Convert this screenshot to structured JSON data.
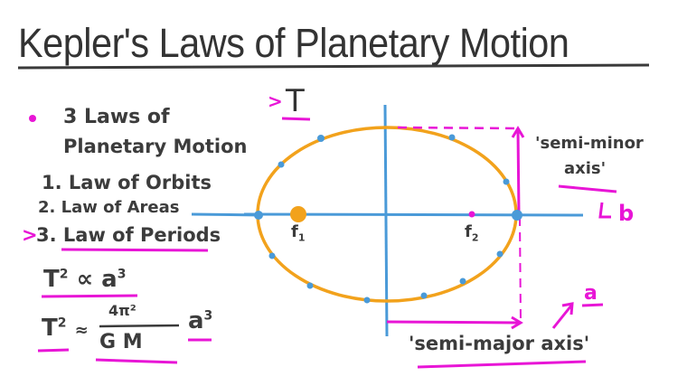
{
  "title": "Kepler's Laws of Planetary Motion",
  "notes": {
    "bullet_heading_line1": "3 Laws of",
    "bullet_heading_line2": "Planetary Motion",
    "laws": [
      {
        "label": "1. Law of Orbits"
      },
      {
        "label": "2. Law of Areas"
      },
      {
        "label": "3. Law of Periods",
        "marker": ">"
      }
    ]
  },
  "equations": {
    "proportional": {
      "lhs": "T",
      "lhs_exp": "2",
      "op": "∝",
      "rhs": "a",
      "rhs_exp": "3"
    },
    "exact": {
      "lhs": "T",
      "lhs_exp": "2",
      "op": "≈",
      "numerator": "4π²",
      "denominator": "G M",
      "rhs": "a",
      "rhs_exp": "3"
    }
  },
  "diagram": {
    "period_label": "T",
    "period_marker": ">",
    "focus1_label": "f",
    "focus1_sub": "1",
    "focus2_label": "f",
    "focus2_sub": "2",
    "semi_minor_label_line1": "'semi-minor",
    "semi_minor_label_line2": "axis'",
    "semi_minor_symbol": "b",
    "semi_major_label": "'semi-major axis'",
    "semi_major_symbol": "a"
  },
  "colors": {
    "ink": "#3a3a3a",
    "magenta": "#e815d6",
    "orbit": "#f2a21c",
    "axis": "#4a9ad8"
  }
}
